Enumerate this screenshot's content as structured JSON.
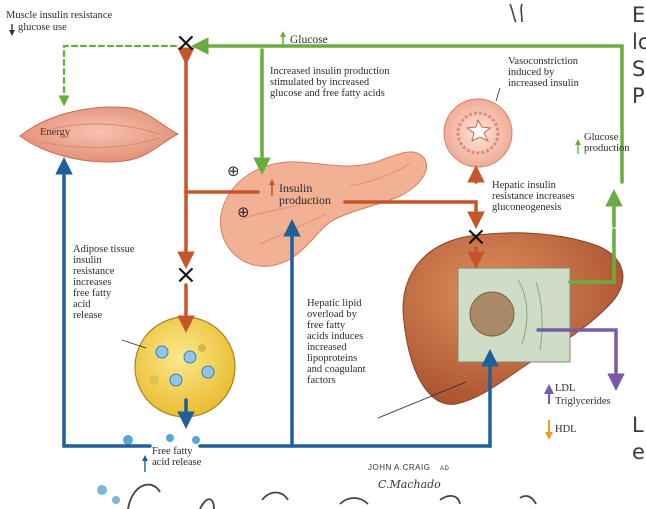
{
  "colors": {
    "green": "#6aad3f",
    "orange": "#c7552a",
    "blue": "#1f5f9a",
    "purple": "#7a5aa6",
    "gold": "#e5a12b",
    "fat_cell_yellow": "#f3d24a",
    "liver": "#c4673d",
    "pancreas": "#f0a98a"
  },
  "labels": {
    "muscle_line1": "Muscle insulin resistance",
    "muscle_line2": "glucose use",
    "energy": "Energy",
    "glucose_top": "Glucose",
    "increased_insulin": [
      "Increased insulin production",
      "stimulated by increased",
      "glucose and free fatty acids"
    ],
    "vasoconstriction": [
      "Vasoconstriction",
      "induced by",
      "increased insulin"
    ],
    "glucose_production": [
      "Glucose",
      "production"
    ],
    "insulin_production": [
      "Insulin",
      "production"
    ],
    "hepatic_insulin": [
      "Hepatic insulin",
      "resistance increases",
      "gluconeogenesis"
    ],
    "adipose": [
      "Adipose tissue",
      "insulin",
      "resistance",
      "increases",
      "free fatty",
      "acid",
      "release"
    ],
    "hepatic_lipid": [
      "Hepatic lipid",
      "overload by",
      "free fatty",
      "acids induces",
      "increased",
      "lipoproteins",
      "and coagulant",
      "factors"
    ],
    "ldl": "LDL",
    "triglycerides": "Triglycerides",
    "hdl": "HDL",
    "ffa_release": [
      "Free fatty",
      "acid release"
    ],
    "plus": "⊕",
    "cross": "×"
  },
  "signature": {
    "artist": "JOHN A.CRAIG",
    "suffix": "AD",
    "colorist": "C.Machado"
  },
  "handwriting": {
    "right_lines": [
      "E",
      "lo",
      "S",
      "P"
    ],
    "bottom_right_lines": [
      "L",
      "e"
    ]
  }
}
